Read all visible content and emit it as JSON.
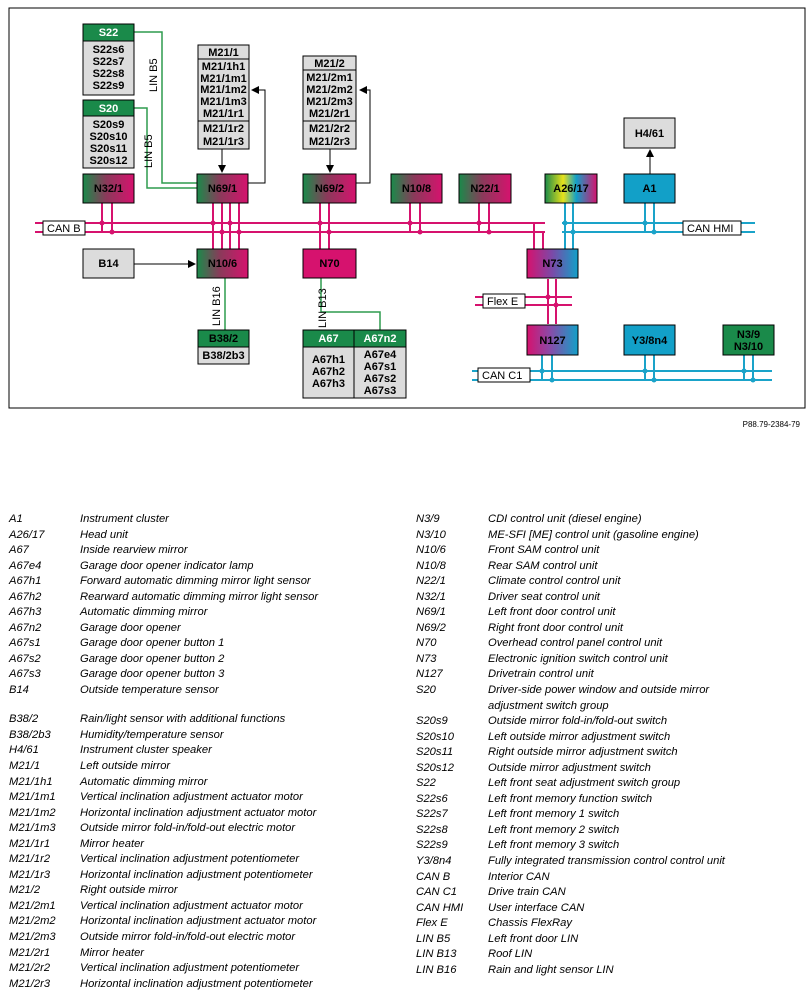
{
  "figure_ref": "P88.79-2384-79",
  "colors": {
    "green": "#1a8a4a",
    "magenta": "#d6126e",
    "cyan": "#12a0c8",
    "gray": "#dcdcdc",
    "lin_line": "#2e9c4e",
    "can_b_line": "#d6126e",
    "can_hmi_line": "#1aa3c9"
  },
  "diagram": {
    "buses": {
      "can_b": "CAN B",
      "can_hmi": "CAN HMI",
      "flex_e": "Flex E",
      "can_c1": "CAN C1"
    },
    "lin_labels": {
      "lin_b5_top": "LIN B5",
      "lin_b5_bottom": "LIN B5",
      "lin_b16": "LIN B16",
      "lin_b13": "LIN B13"
    },
    "groups": {
      "s22": {
        "header": "S22",
        "items": [
          "S22s6",
          "S22s7",
          "S22s8",
          "S22s9"
        ]
      },
      "s20": {
        "header": "S20",
        "items": [
          "S20s9",
          "S20s10",
          "S20s11",
          "S20s12"
        ]
      },
      "m21_1": {
        "header": "M21/1",
        "items_a": [
          "M21/1h1",
          "M21/1m1",
          "M21/1m2",
          "M21/1m3",
          "M21/1r1"
        ],
        "items_b": [
          "M21/1r2",
          "M21/1r3"
        ]
      },
      "m21_2": {
        "header": "M21/2",
        "items_a": [
          "M21/2m1",
          "M21/2m2",
          "M21/2m3",
          "M21/2r1"
        ],
        "items_b": [
          "M21/2r2",
          "M21/2r3"
        ]
      },
      "b38_2": {
        "header": "B38/2",
        "items": [
          "B38/2b3"
        ]
      },
      "a67": {
        "header": "A67",
        "items": [
          "A67h1",
          "A67h2",
          "A67h3"
        ]
      },
      "a67n2": {
        "header": "A67n2",
        "items": [
          "A67e4",
          "A67s1",
          "A67s2",
          "A67s3"
        ]
      }
    },
    "modules": {
      "n32_1": "N32/1",
      "n69_1": "N69/1",
      "n69_2": "N69/2",
      "n10_8": "N10/8",
      "n22_1": "N22/1",
      "a26_17": "A26/17",
      "a1": "A1",
      "h4_61": "H4/61",
      "b14": "B14",
      "n10_6": "N10/6",
      "n70": "N70",
      "n73": "N73",
      "n127": "N127",
      "y3_8n4": "Y3/8n4",
      "n3_9": "N3/9",
      "n3_10": "N3/10"
    }
  },
  "legend": {
    "left": [
      {
        "code": "A1",
        "desc": "Instrument cluster"
      },
      {
        "code": "A26/17",
        "desc": "Head unit"
      },
      {
        "code": "A67",
        "desc": "Inside rearview mirror"
      },
      {
        "code": "A67e4",
        "desc": "Garage door opener indicator lamp"
      },
      {
        "code": "A67h1",
        "desc": "Forward automatic dimming mirror light sensor"
      },
      {
        "code": "A67h2",
        "desc": "Rearward automatic dimming mirror light sensor"
      },
      {
        "code": "A67h3",
        "desc": "Automatic dimming mirror"
      },
      {
        "code": "A67n2",
        "desc": "Garage door opener"
      },
      {
        "code": "A67s1",
        "desc": "Garage door opener button 1"
      },
      {
        "code": "A67s2",
        "desc": "Garage door opener button 2"
      },
      {
        "code": "A67s3",
        "desc": "Garage door opener button 3"
      },
      {
        "code": "B14",
        "desc": "Outside temperature sensor"
      },
      {
        "code": "",
        "desc": ""
      },
      {
        "code": "B38/2",
        "desc": "Rain/light sensor with additional functions"
      },
      {
        "code": "B38/2b3",
        "desc": "Humidity/temperature sensor"
      },
      {
        "code": "H4/61",
        "desc": "Instrument cluster speaker"
      },
      {
        "code": "M21/1",
        "desc": "Left outside mirror"
      },
      {
        "code": "M21/1h1",
        "desc": "Automatic dimming mirror"
      },
      {
        "code": "M21/1m1",
        "desc": "Vertical inclination adjustment actuator motor"
      },
      {
        "code": "M21/1m2",
        "desc": "Horizontal inclination adjustment actuator motor"
      },
      {
        "code": "M21/1m3",
        "desc": "Outside mirror fold-in/fold-out electric motor"
      },
      {
        "code": "M21/1r1",
        "desc": "Mirror heater"
      },
      {
        "code": "M21/1r2",
        "desc": "Vertical inclination adjustment potentiometer"
      },
      {
        "code": "M21/1r3",
        "desc": "Horizontal inclination adjustment potentiometer"
      },
      {
        "code": "M21/2",
        "desc": "Right outside mirror"
      },
      {
        "code": "M21/2m1",
        "desc": "Vertical inclination adjustment actuator motor"
      },
      {
        "code": "M21/2m2",
        "desc": "Horizontal inclination adjustment actuator motor"
      },
      {
        "code": "M21/2m3",
        "desc": "Outside mirror fold-in/fold-out electric motor"
      },
      {
        "code": "M21/2r1",
        "desc": "Mirror heater"
      },
      {
        "code": "M21/2r2",
        "desc": "Vertical inclination adjustment potentiometer"
      },
      {
        "code": "M21/2r3",
        "desc": "Horizontal inclination adjustment potentiometer"
      }
    ],
    "right": [
      {
        "code": "N3/9",
        "desc": "CDI control unit (diesel engine)"
      },
      {
        "code": "N3/10",
        "desc": "ME-SFI [ME] control unit (gasoline engine)"
      },
      {
        "code": "N10/6",
        "desc": "Front SAM control unit"
      },
      {
        "code": "N10/8",
        "desc": "Rear SAM control unit"
      },
      {
        "code": "N22/1",
        "desc": "Climate control control unit"
      },
      {
        "code": "N32/1",
        "desc": "Driver seat control unit"
      },
      {
        "code": "N69/1",
        "desc": "Left front door control unit"
      },
      {
        "code": "N69/2",
        "desc": "Right front door control unit"
      },
      {
        "code": "N70",
        "desc": "Overhead control panel control unit"
      },
      {
        "code": "N73",
        "desc": "Electronic ignition switch control unit"
      },
      {
        "code": "N127",
        "desc": "Drivetrain control unit"
      },
      {
        "code": "S20",
        "desc": "Driver-side power window and outside mirror"
      },
      {
        "code": "",
        "desc": "adjustment switch group"
      },
      {
        "code": "S20s9",
        "desc": "Outside mirror fold-in/fold-out switch"
      },
      {
        "code": "S20s10",
        "desc": "Left outside mirror adjustment switch"
      },
      {
        "code": "S20s11",
        "desc": "Right outside mirror adjustment switch"
      },
      {
        "code": "S20s12",
        "desc": "Outside mirror adjustment switch"
      },
      {
        "code": "S22",
        "desc": "Left front seat adjustment switch group"
      },
      {
        "code": "S22s6",
        "desc": "Left front memory function switch"
      },
      {
        "code": "S22s7",
        "desc": "Left front memory 1 switch"
      },
      {
        "code": "S22s8",
        "desc": "Left front memory 2 switch"
      },
      {
        "code": "S22s9",
        "desc": "Left front memory 3 switch"
      },
      {
        "code": "Y3/8n4",
        "desc": "Fully integrated transmission control control unit"
      },
      {
        "code": "CAN B",
        "desc": "Interior CAN"
      },
      {
        "code": "CAN C1",
        "desc": "Drive train CAN"
      },
      {
        "code": "CAN HMI",
        "desc": "User interface CAN"
      },
      {
        "code": "Flex E",
        "desc": "Chassis FlexRay"
      },
      {
        "code": "LIN B5",
        "desc": "Left front door LIN"
      },
      {
        "code": "LIN B13",
        "desc": "Roof LIN"
      },
      {
        "code": "LIN B16",
        "desc": "Rain and light sensor LIN"
      }
    ]
  }
}
